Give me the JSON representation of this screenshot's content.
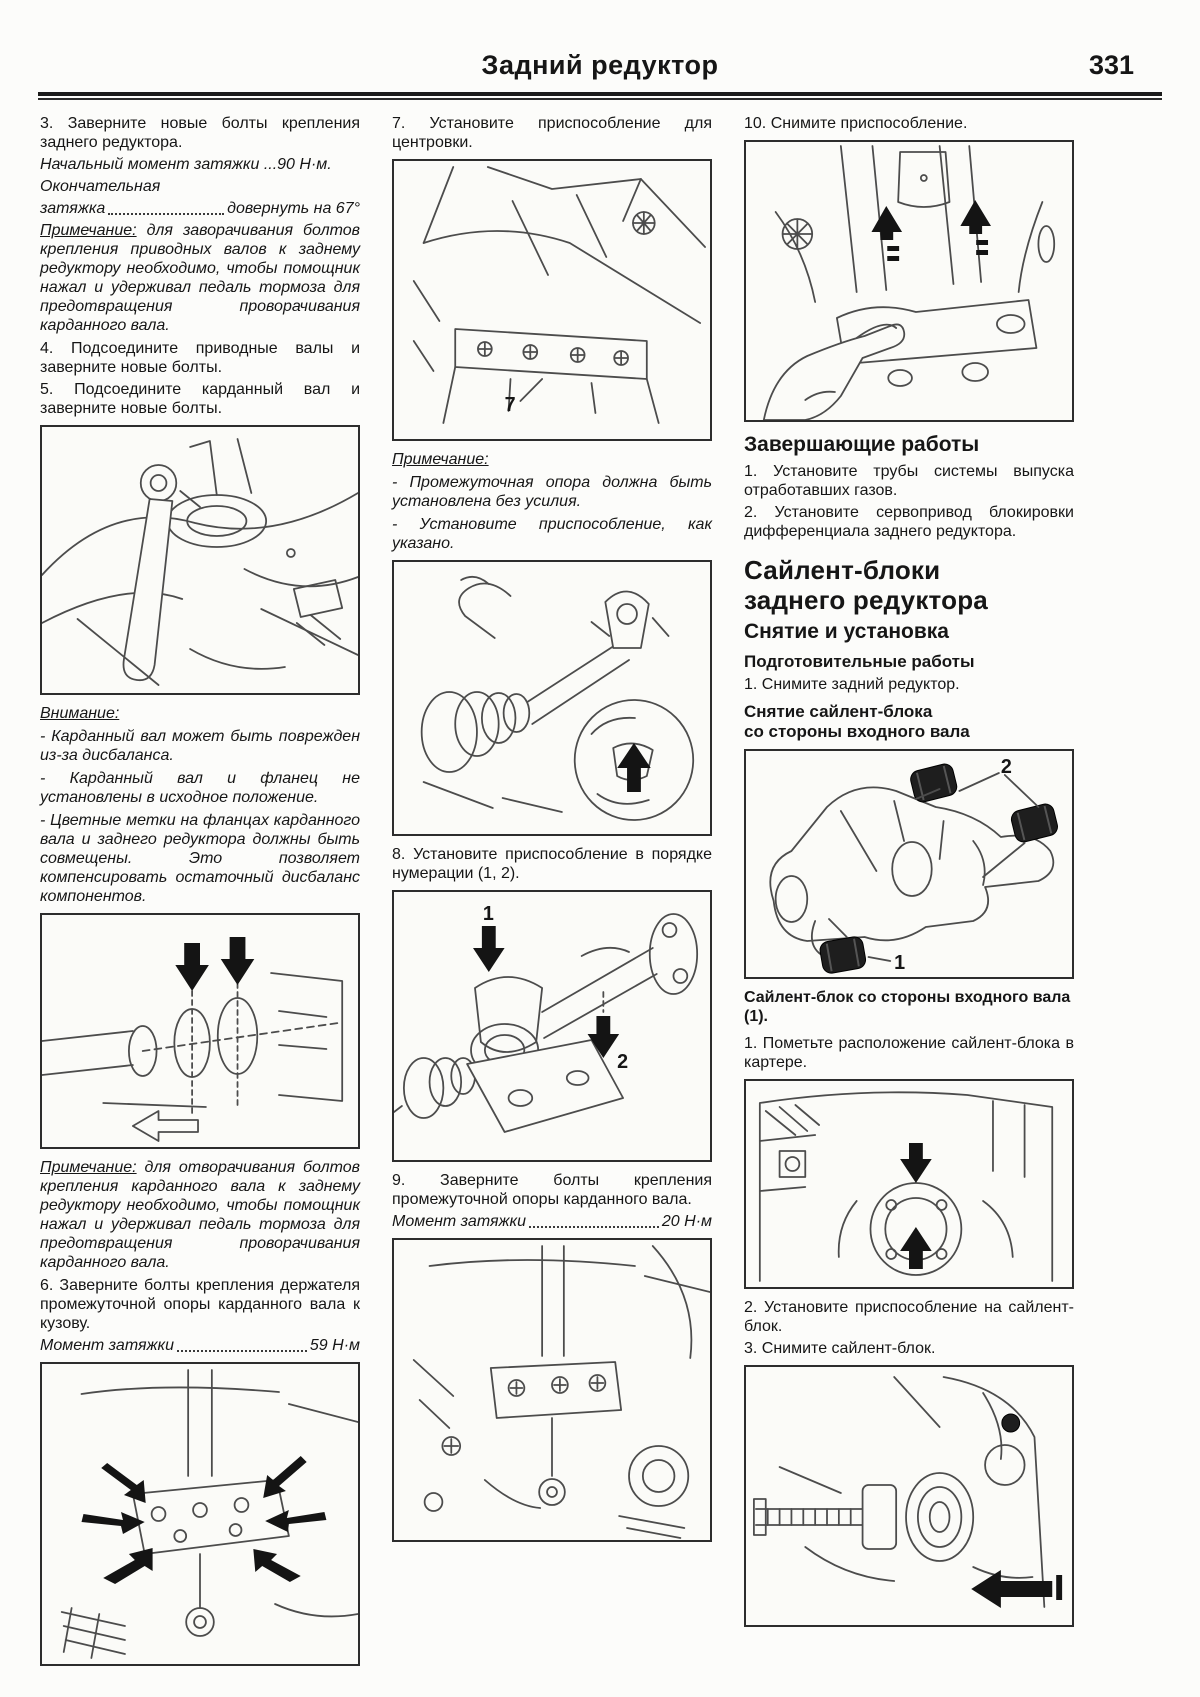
{
  "header": {
    "title": "Задний редуктор",
    "page_number": "331"
  },
  "col1": {
    "step3": "3. Заверните новые болты крепления заднего редуктора.",
    "torque_initial": "Начальный момент затяжки ...90 Н·м.",
    "final_label": "Окончательная",
    "final_torque": {
      "label": "затяжка",
      "value": "довернуть на 67°"
    },
    "note1_label": "Примечание:",
    "note1_text": " для заворачивания болтов крепления приводных валов к заднему редуктору необходимо, чтобы помощник нажал и удерживал педаль тормоза для предотвращения проворачивания карданного вала.",
    "step4": "4. Подсоедините приводные валы и заверните новые болты.",
    "step5": "5. Подсоедините карданный вал и заверните новые болты.",
    "warning_label": "Внимание:",
    "warning_items": [
      "- Карданный вал может быть поврежден из-за дисбаланса.",
      "- Карданный вал и фланец не установлены в исходное положение.",
      "- Цветные метки на фланцах карданного вала и заднего редуктора должны быть совмещены. Это позволяет компенсировать остаточный дисбаланс компонентов."
    ],
    "note2_label": "Примечание:",
    "note2_text": " для отворачивания болтов крепления карданного вала к заднему редуктору необходимо, чтобы помощник нажал и удерживал педаль тормоза для предотвращения проворачивания карданного вала.",
    "step6": "6. Заверните болты крепления держателя промежуточной опоры карданного вала к кузову.",
    "step6_torque": {
      "label": "Момент затяжки",
      "value": "59 Н·м"
    }
  },
  "col2": {
    "step7": "7. Установите приспособление для центровки.",
    "note_label": "Примечание:",
    "note_items": [
      "- Промежуточная опора должна быть установлена без усилия.",
      "- Установите приспособление, как указано."
    ],
    "step8": "8. Установите приспособление в порядке нумерации (1, 2).",
    "step9": "9. Заверните болты крепления промежуточной опоры карданного вала.",
    "step9_torque": {
      "label": "Момент затяжки",
      "value": "20 Н·м"
    }
  },
  "col3": {
    "step10": "10. Снимите приспособление.",
    "finishing_heading": "Завершающие работы",
    "finishing_steps": [
      "1. Установите трубы системы выпуска отработавших газов.",
      "2. Установите сервопривод блокировки дифференциала заднего редуктора."
    ],
    "section_heading_line1": "Сайлент-блоки",
    "section_heading_line2": "заднего редуктора",
    "subsection_heading": "Снятие и установка",
    "prep_heading": "Подготовительные работы",
    "prep_step": "1. Снимите задний редуктор.",
    "removal_heading_line1": "Снятие сайлент-блока",
    "removal_heading_line2": "со стороны входного вала",
    "fig_caption": "Сайлент-блок со стороны входного вала (1).",
    "step1b": "1. Пометьте расположение сайлент-блока в картере.",
    "step2b": "2. Установите приспособление на сайлент-блок.",
    "step3b": "3. Снимите сайлент-блок."
  },
  "figure_labels": {
    "tool7": "7",
    "order1": "1",
    "order2": "2",
    "block1": "1",
    "block2": "2"
  }
}
